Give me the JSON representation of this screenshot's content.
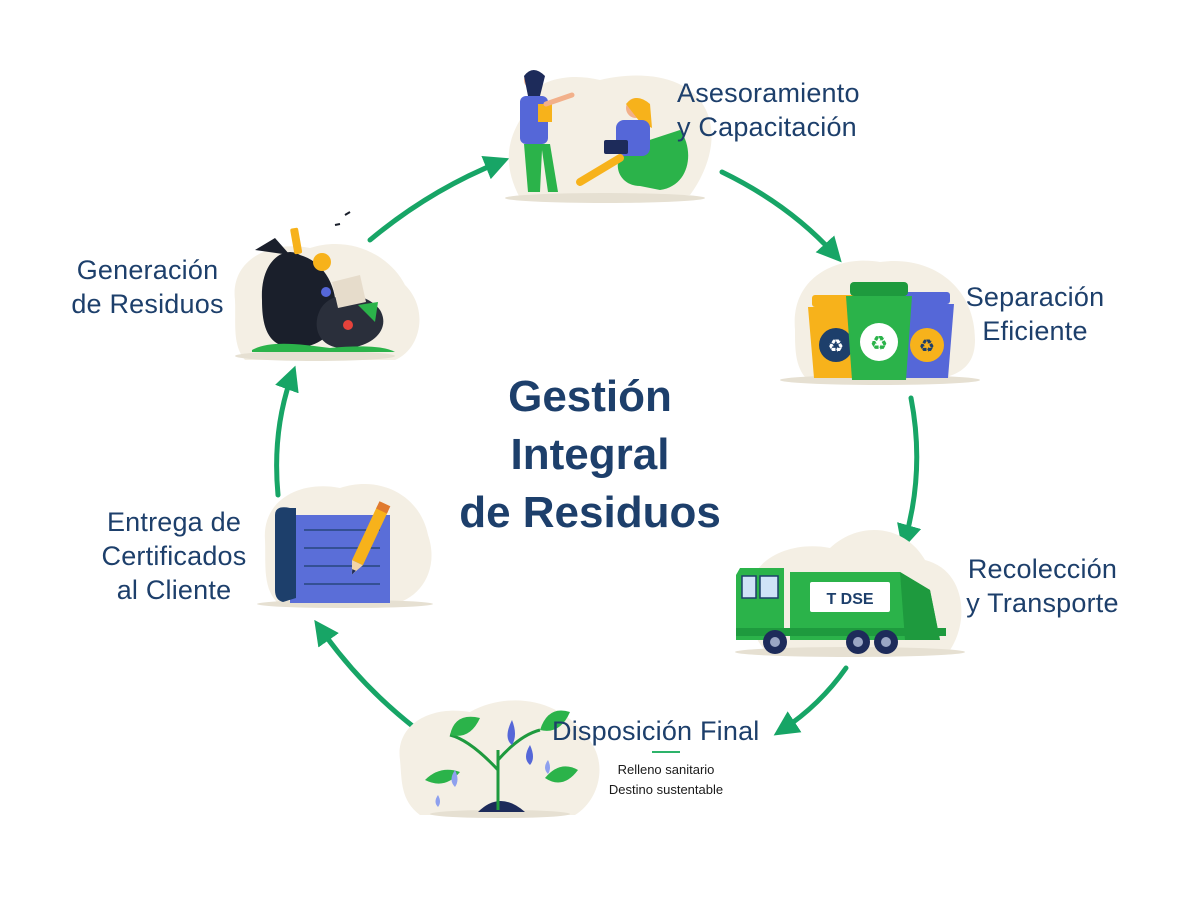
{
  "title": {
    "line1": "Gestión",
    "line2": "Integral",
    "line3": "de Residuos"
  },
  "steps": [
    {
      "id": "asesoramiento",
      "lines": [
        "Asesoramiento",
        "y Capacitación"
      ],
      "icon": "people-consulting-icon"
    },
    {
      "id": "separacion",
      "lines": [
        "Separación",
        "Eficiente"
      ],
      "icon": "recycling-bins-icon"
    },
    {
      "id": "recoleccion",
      "lines": [
        "Recolección",
        "y Transporte"
      ],
      "icon": "garbage-truck-icon",
      "truck_text": "T  DSE"
    },
    {
      "id": "disposicion",
      "lines": [
        "Disposición Final"
      ],
      "details": [
        "Relleno sanitario",
        "Destino sustentable"
      ],
      "icon": "plants-icon"
    },
    {
      "id": "entrega",
      "lines": [
        "Entrega de",
        "Certificados",
        "al Cliente"
      ],
      "icon": "certificate-pencil-icon"
    },
    {
      "id": "generacion",
      "lines": [
        "Generación",
        "de Residuos"
      ],
      "icon": "garbage-bag-icon"
    }
  ],
  "colors": {
    "text": "#1d3f6b",
    "arrow": "#17a566",
    "blob": "#f4efe4",
    "green": "#2bb34a",
    "yellow": "#f7b21b",
    "blue": "#5567d8"
  }
}
